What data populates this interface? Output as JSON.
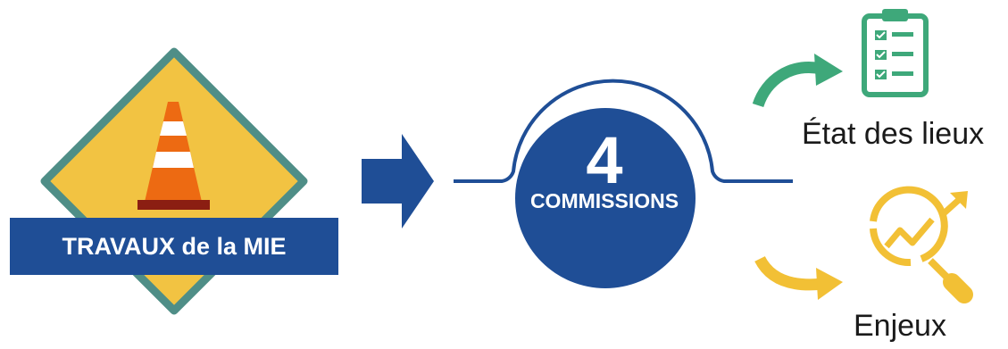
{
  "colors": {
    "navy": "#1f4e96",
    "sign_yellow": "#f2c342",
    "sign_border": "#4f8e87",
    "cone_orange": "#ed6a12",
    "cone_base": "#8b1e12",
    "green": "#3ea87a",
    "yellow_accent": "#f2c035"
  },
  "icons": {
    "sign": "road-sign-icon",
    "cone": "traffic-cone-icon",
    "arrow": "right-arrow-icon",
    "clipboard": "clipboard-checklist-icon",
    "analysis": "magnifier-trend-icon"
  },
  "banner": {
    "text": "TRAVAUX de la MIE"
  },
  "hub": {
    "number": "4",
    "label": "COMMISSIONS"
  },
  "outputs": [
    {
      "label": "État des lieux"
    },
    {
      "label": "Enjeux"
    }
  ]
}
